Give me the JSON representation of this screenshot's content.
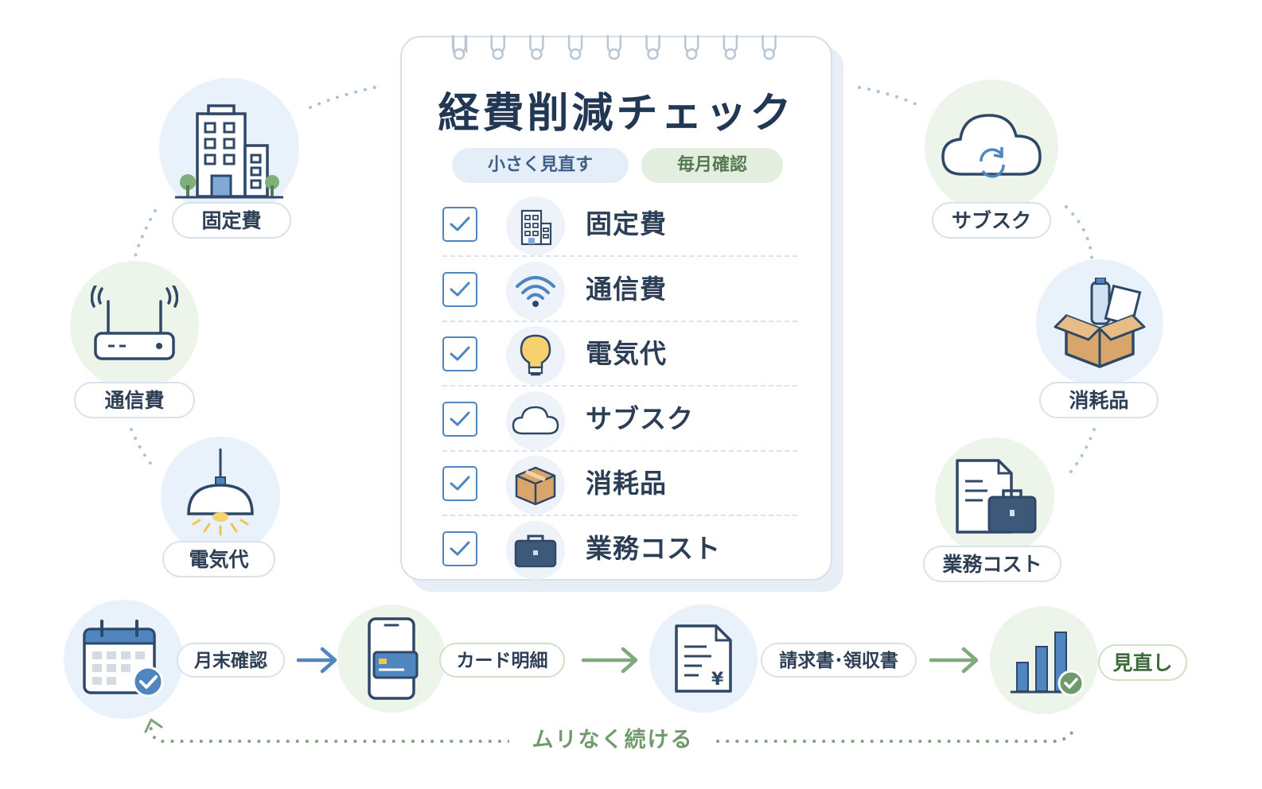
{
  "title": "経費削減チェック",
  "tags": [
    "小さく見直す",
    "毎月確認"
  ],
  "checklist": [
    {
      "label": "固定費",
      "icon": "building-icon"
    },
    {
      "label": "通信費",
      "icon": "wifi-icon"
    },
    {
      "label": "電気代",
      "icon": "lightbulb-icon"
    },
    {
      "label": "サブスク",
      "icon": "cloud-icon"
    },
    {
      "label": "消耗品",
      "icon": "box-icon"
    },
    {
      "label": "業務コスト",
      "icon": "briefcase-icon"
    }
  ],
  "around": {
    "fixed": "固定費",
    "telecom": "通信費",
    "electric": "電気代",
    "subscription": "サブスク",
    "supplies": "消耗品",
    "business": "業務コスト"
  },
  "flow": [
    "月末確認",
    "カード明細",
    "請求書･領収書",
    "見直し"
  ],
  "footer": "ムリなく続ける",
  "colors": {
    "navy": "#223754",
    "blue": "#4f86c0",
    "green": "#6f9a6c",
    "bgBlue": "#e9f1fa",
    "bgGreen": "#edf4ea"
  }
}
